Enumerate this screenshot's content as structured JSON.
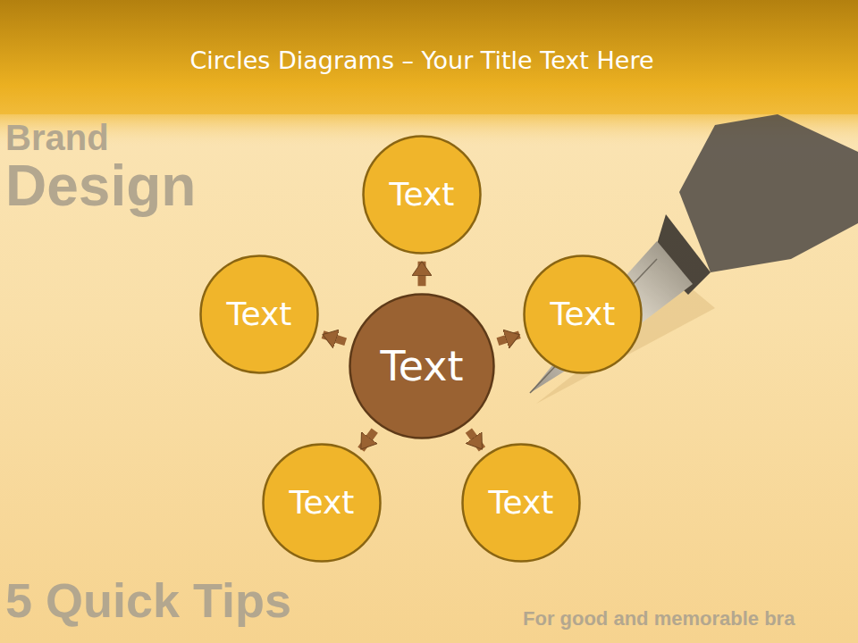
{
  "diagram": {
    "title": "Circles Diagrams – Your Title Text Here",
    "nodes": [
      {
        "text": [
          "Text"
        ]
      },
      {
        "text": [
          "Text"
        ]
      },
      {
        "text": [
          "Text"
        ]
      },
      {
        "text": [
          "Text"
        ]
      },
      {
        "text": [
          "Text"
        ]
      },
      {
        "text": [
          "Text"
        ]
      }
    ],
    "edges": [
      {
        "from": 0,
        "to": 1,
        "arrow": "to"
      },
      {
        "from": 0,
        "to": 2,
        "arrow": "to"
      },
      {
        "from": 0,
        "to": 3,
        "arrow": "to"
      },
      {
        "from": 0,
        "to": 4,
        "arrow": "to"
      },
      {
        "from": 0,
        "to": 5,
        "arrow": "to"
      }
    ],
    "labels": [
      "Brand",
      "Design",
      "5 Quick Tips",
      "For good and memorable bra"
    ]
  }
}
